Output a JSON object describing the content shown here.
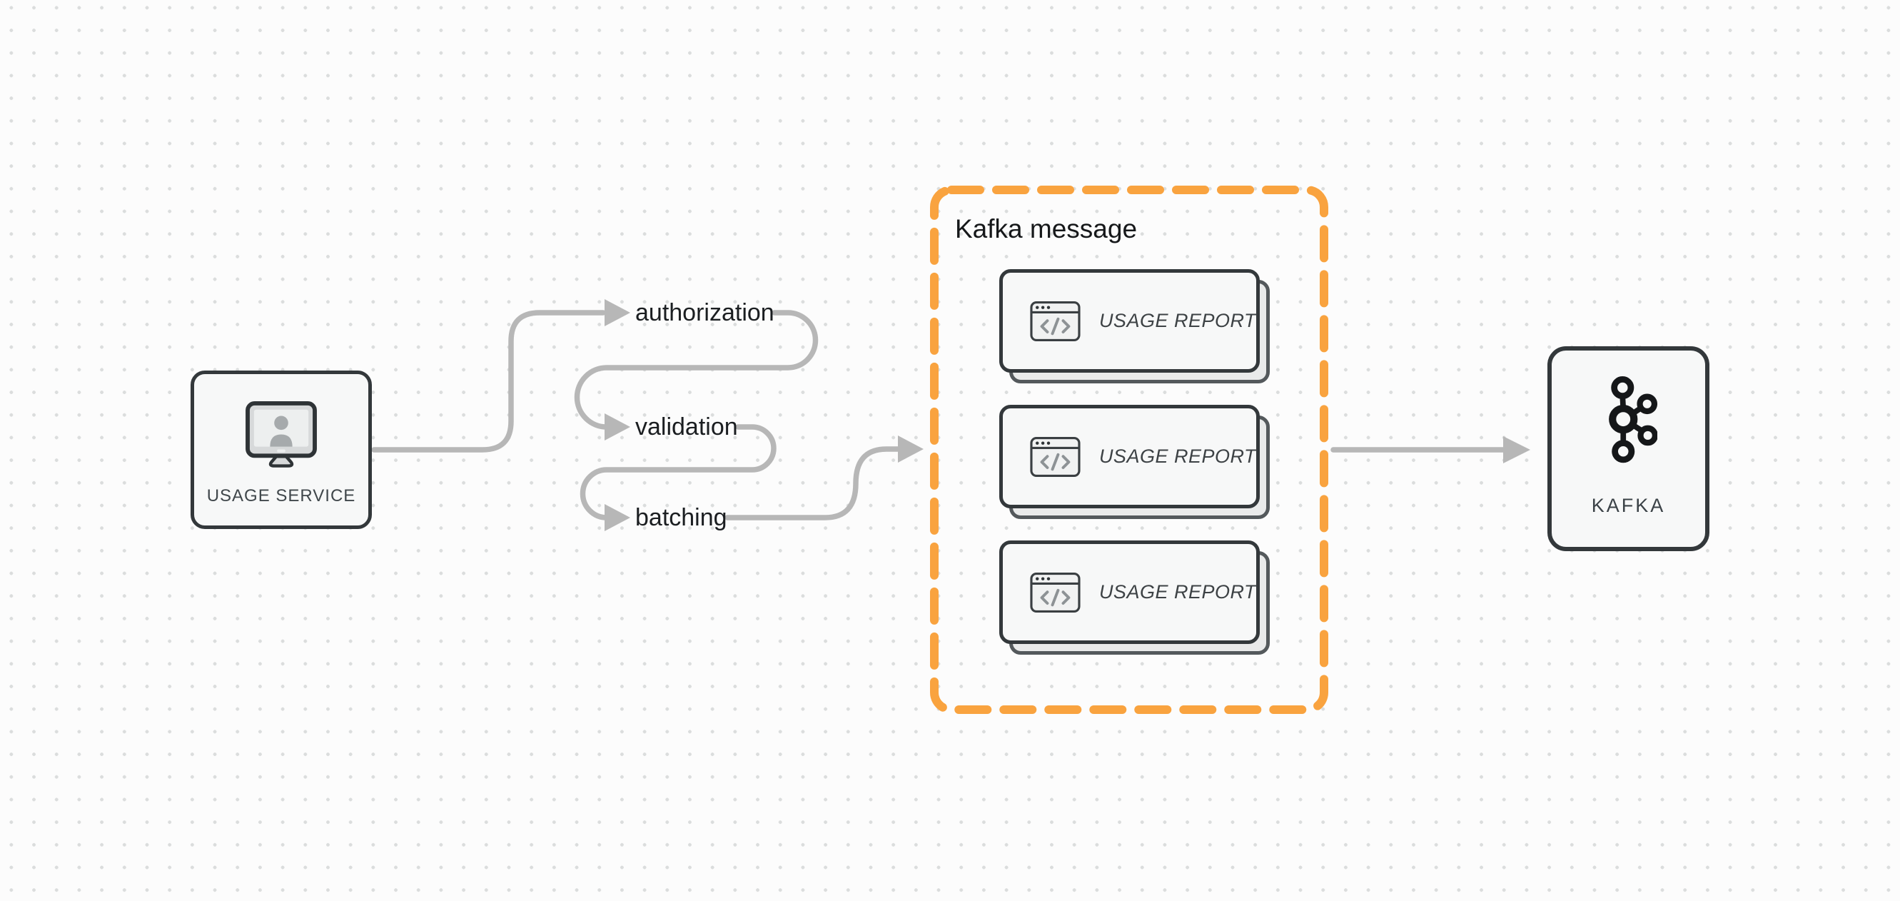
{
  "diagram": {
    "background_color": "#fcfcfc",
    "dot_grid_color": "#dbdddd",
    "accent_orange": "#F9A33F",
    "connector_gray": "#b7b7b7",
    "node_border_color": "#33383b",
    "node_fill_color": "#f7f8f8"
  },
  "usage_service": {
    "label": "USAGE SERVICE",
    "icon": "monitor-user-icon"
  },
  "pipeline_steps": [
    {
      "label": "authorization"
    },
    {
      "label": "validation"
    },
    {
      "label": "batching"
    }
  ],
  "kafka_message": {
    "title": "Kafka message",
    "cards": [
      {
        "label": "USAGE REPORT",
        "icon": "code-window-icon"
      },
      {
        "label": "USAGE REPORT",
        "icon": "code-window-icon"
      },
      {
        "label": "USAGE REPORT",
        "icon": "code-window-icon"
      }
    ]
  },
  "kafka": {
    "label": "KAFKA",
    "icon": "kafka-logo-icon"
  }
}
